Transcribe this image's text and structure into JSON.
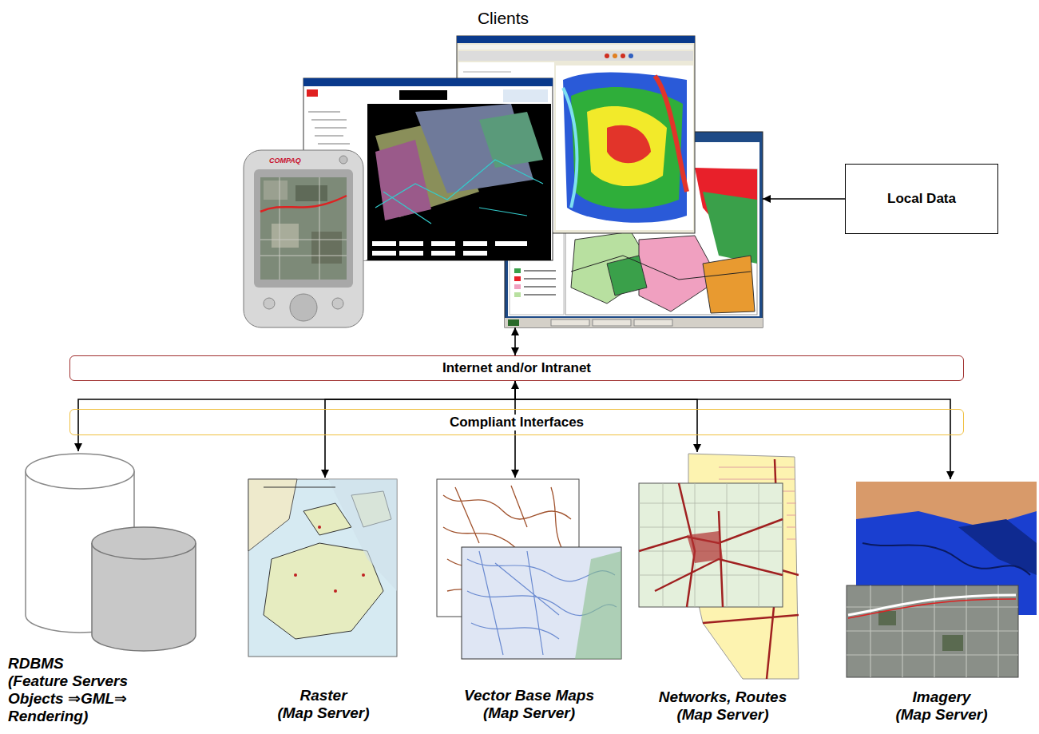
{
  "diagram": {
    "nodes": [
      {
        "text": [
          "Clients"
        ]
      },
      {
        "text": [
          "Local Data"
        ]
      },
      {
        "text": [
          "Internet and/or Intranet"
        ]
      },
      {
        "text": [
          "Compliant Interfaces"
        ]
      },
      {
        "text": [
          "RDBMS",
          "(Feature Servers Objects ⇒GML⇒ Rendering)"
        ]
      },
      {
        "text": [
          "Raster",
          "(Map Server)"
        ]
      },
      {
        "text": [
          "Vector Base Maps",
          "(Map Server)"
        ]
      },
      {
        "text": [
          "Networks, Routes",
          "(Map Server)"
        ]
      },
      {
        "text": [
          "Imagery",
          "(Map Server)"
        ]
      }
    ],
    "edges": [
      {
        "from": 1,
        "to": 0,
        "arrow": "to"
      },
      {
        "from": 0,
        "to": 2,
        "arrow": "both"
      },
      {
        "from": 2,
        "to": 4,
        "arrow": "to"
      },
      {
        "from": 2,
        "to": 5,
        "arrow": "to"
      },
      {
        "from": 2,
        "to": 6,
        "arrow": "both"
      },
      {
        "from": 2,
        "to": 7,
        "arrow": "to"
      },
      {
        "from": 2,
        "to": 8,
        "arrow": "to"
      }
    ],
    "labels": [
      "COMPAQ"
    ]
  }
}
